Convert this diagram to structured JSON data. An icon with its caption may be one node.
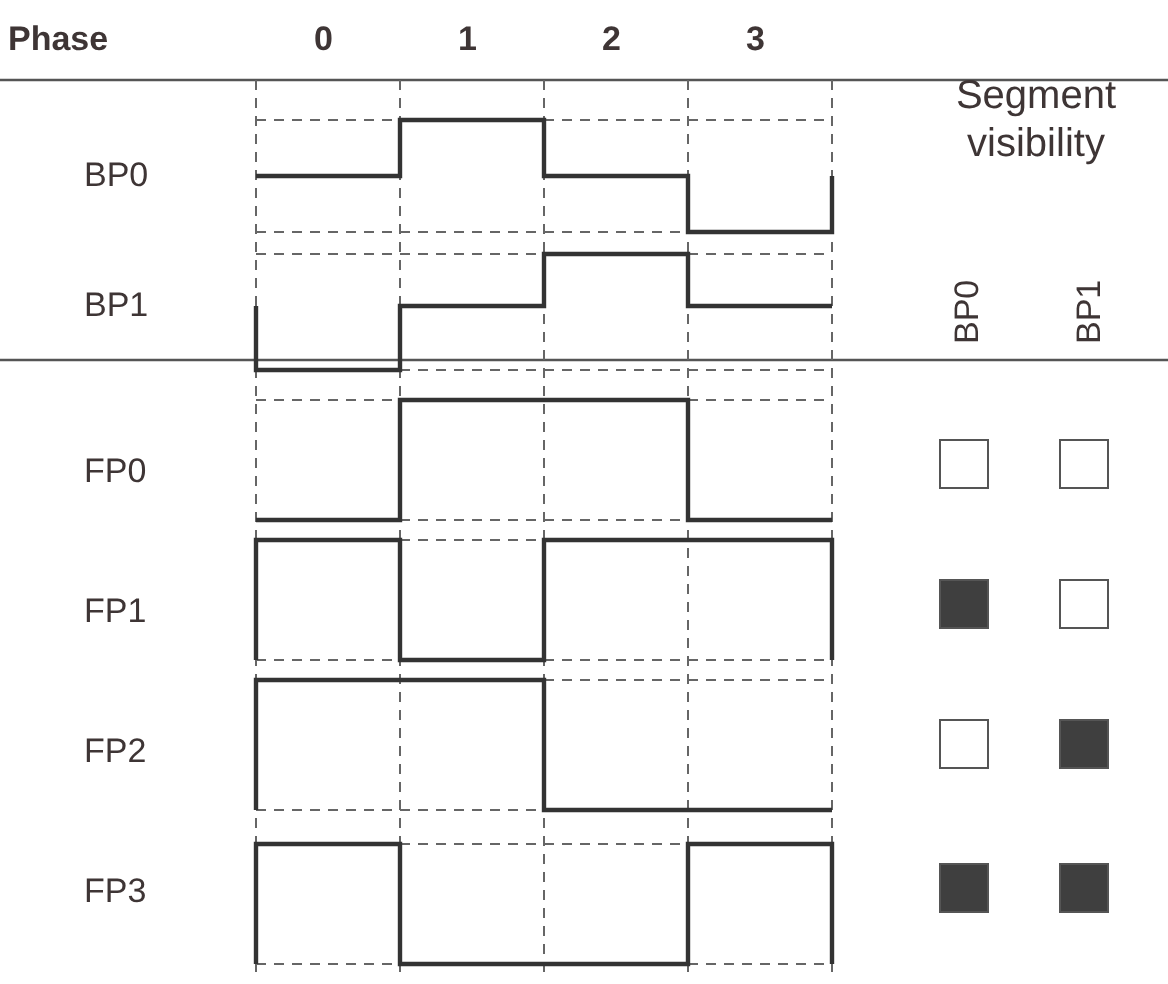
{
  "diagram": {
    "labels": [
      "Phase",
      "0",
      "1",
      "2",
      "3",
      "BP0",
      "BP1",
      "FP0",
      "FP1",
      "FP2",
      "FP3",
      "Segment visibility",
      "BP0",
      "BP1"
    ]
  }
}
